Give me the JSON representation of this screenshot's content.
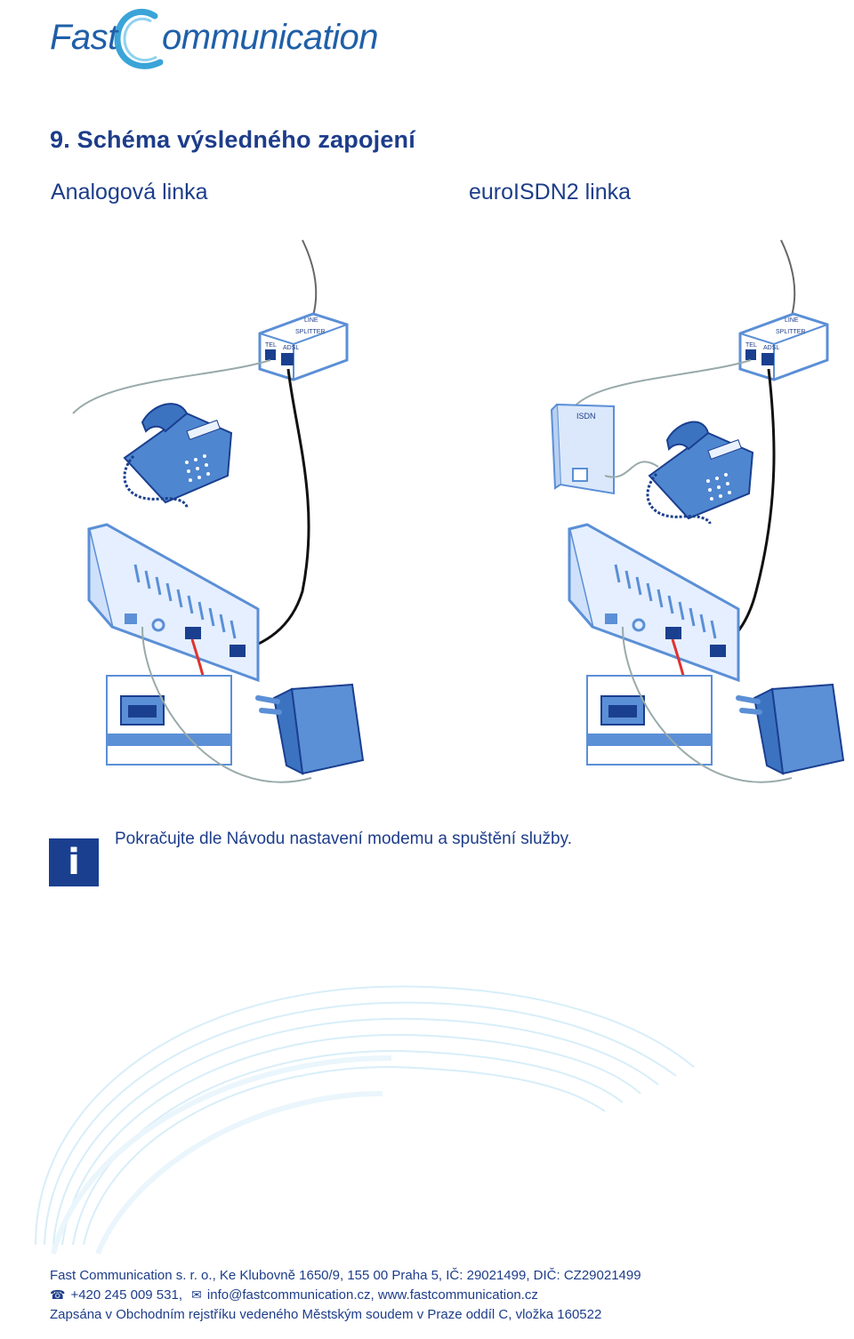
{
  "logo": {
    "part_fast": "Fast",
    "part_rest": "ommunication"
  },
  "heading": "9. Schéma výsledného zapojení",
  "labels": {
    "analog": "Analogová linka",
    "isdn": "euroISDN2 linka"
  },
  "diagram": {
    "splitter_line": "LINE",
    "splitter_name": "SPLITTER",
    "splitter_tel": "TEL",
    "splitter_adsl": "ADSL",
    "isdn_box": "ISDN"
  },
  "colors": {
    "brand": "#1d3d8a",
    "device": "#5b8fd6",
    "cable_red": "#e0312e"
  },
  "info": {
    "icon_letter": "i",
    "text": "Pokračujte dle Návodu nastavení modemu a spuštění služby."
  },
  "footer": {
    "line1": "Fast Communication s. r. o., Ke Klubovně 1650/9, 155 00  Praha 5, IČ: 29021499, DIČ: CZ29021499",
    "phone_icon": "☎",
    "phone": "+420 245 009 531,",
    "mail_icon": "✉",
    "contact": "info@fastcommunication.cz, www.fastcommunication.cz",
    "line3": "Zapsána v Obchodním rejstříku vedeného Městským soudem v Praze oddíl C, vložka 160522"
  }
}
